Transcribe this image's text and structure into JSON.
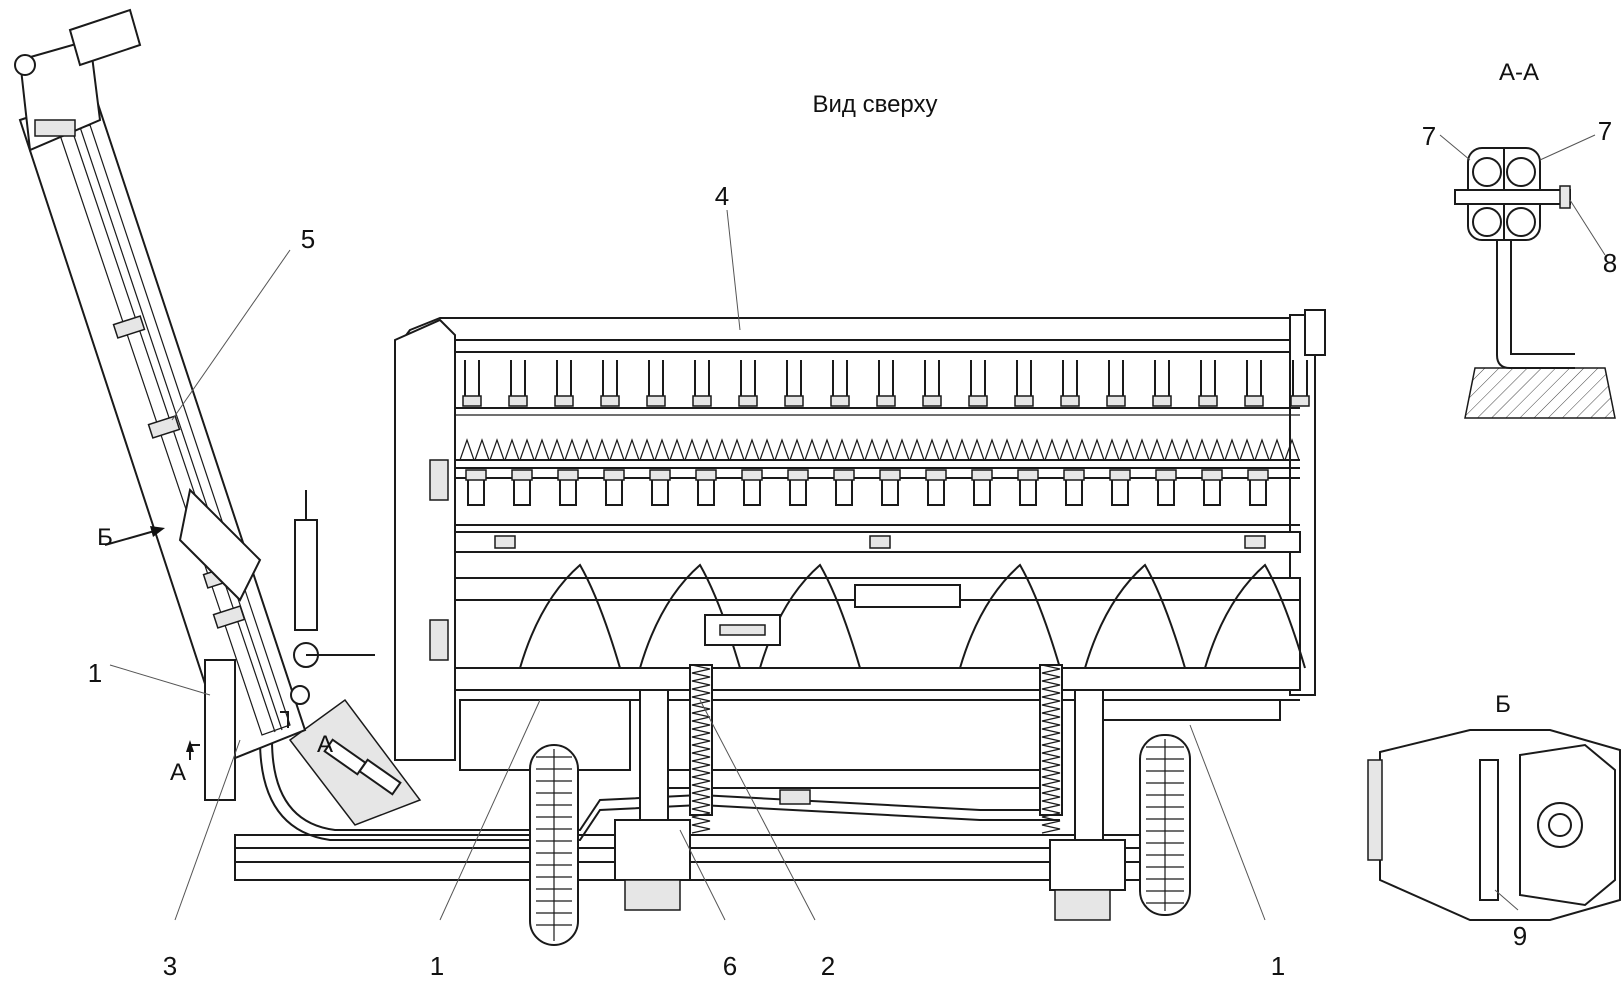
{
  "title": "Вид сверху",
  "section_aa": {
    "title": "А-А",
    "callouts": [
      "7",
      "7",
      "8"
    ]
  },
  "section_b": {
    "title": "Б",
    "callouts": [
      "9"
    ]
  },
  "view_markers": {
    "a": "А",
    "a2": "А",
    "b": "Б"
  },
  "callouts": [
    "5",
    "4",
    "1",
    "3",
    "1",
    "6",
    "2",
    "1"
  ]
}
